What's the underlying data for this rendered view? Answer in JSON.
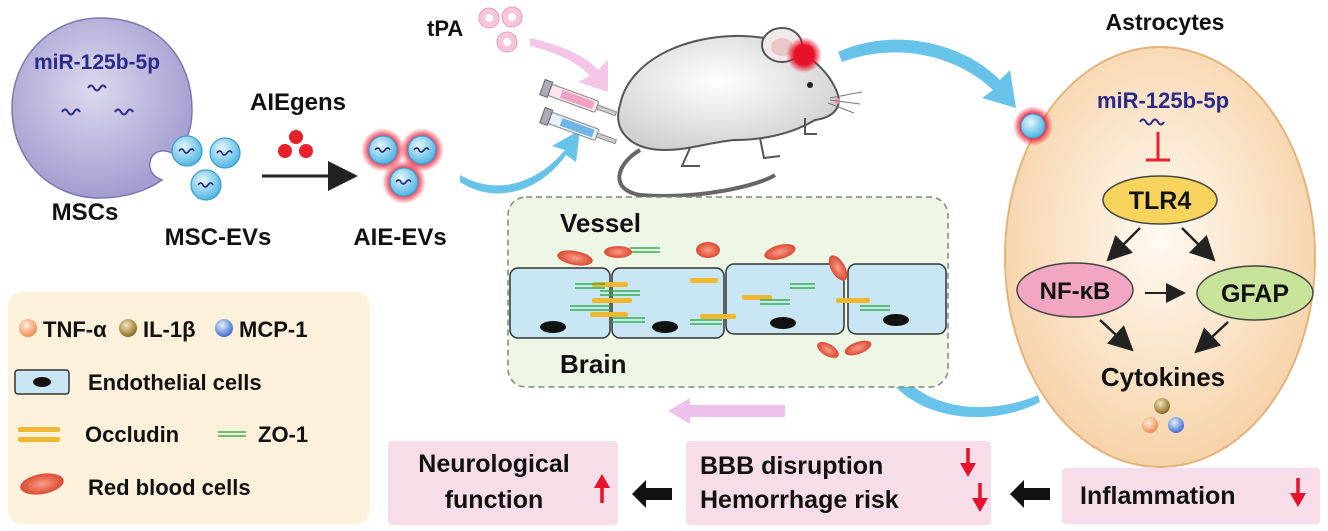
{
  "labels": {
    "mirna": "miR-125b-5p",
    "mscs": "MSCs",
    "msc_evs": "MSC-EVs",
    "aiegens": "AIEgens",
    "aie_evs": "AIE-EVs",
    "tpa": "tPA",
    "vessel": "Vessel",
    "brain": "Brain",
    "astrocytes": "Astrocytes",
    "astro_mirna": "miR-125b-5p",
    "tlr4": "TLR4",
    "nfkb": "NF-κB",
    "gfap": "GFAP",
    "cytokines": "Cytokines"
  },
  "legend": {
    "tnf": "TNF-α",
    "il1b": "IL-1β",
    "mcp1": "MCP-1",
    "endothelial": "Endothelial cells",
    "occludin": "Occludin",
    "zo1": "ZO-1",
    "rbc": "Red blood cells"
  },
  "outcomes": {
    "neuro_line1": "Neurological",
    "neuro_line2": "function",
    "bbb": "BBB disruption",
    "hemorrhage": "Hemorrhage risk",
    "inflammation": "Inflammation"
  },
  "colors": {
    "msc_cell": "#b7b2dc",
    "ev": "#8fd3ef",
    "aie_glow": "#e8102a",
    "astro_fill": "#fbe1c2",
    "legend_bg": "#fdf1dc",
    "outcome_bg": "#f7dcea",
    "arrow_blue": "#67c3ea",
    "arrow_pink": "#eec2ec",
    "tlr4": "#f8d45c",
    "nfkb": "#f2a6c4",
    "gfap": "#c8e49a"
  }
}
